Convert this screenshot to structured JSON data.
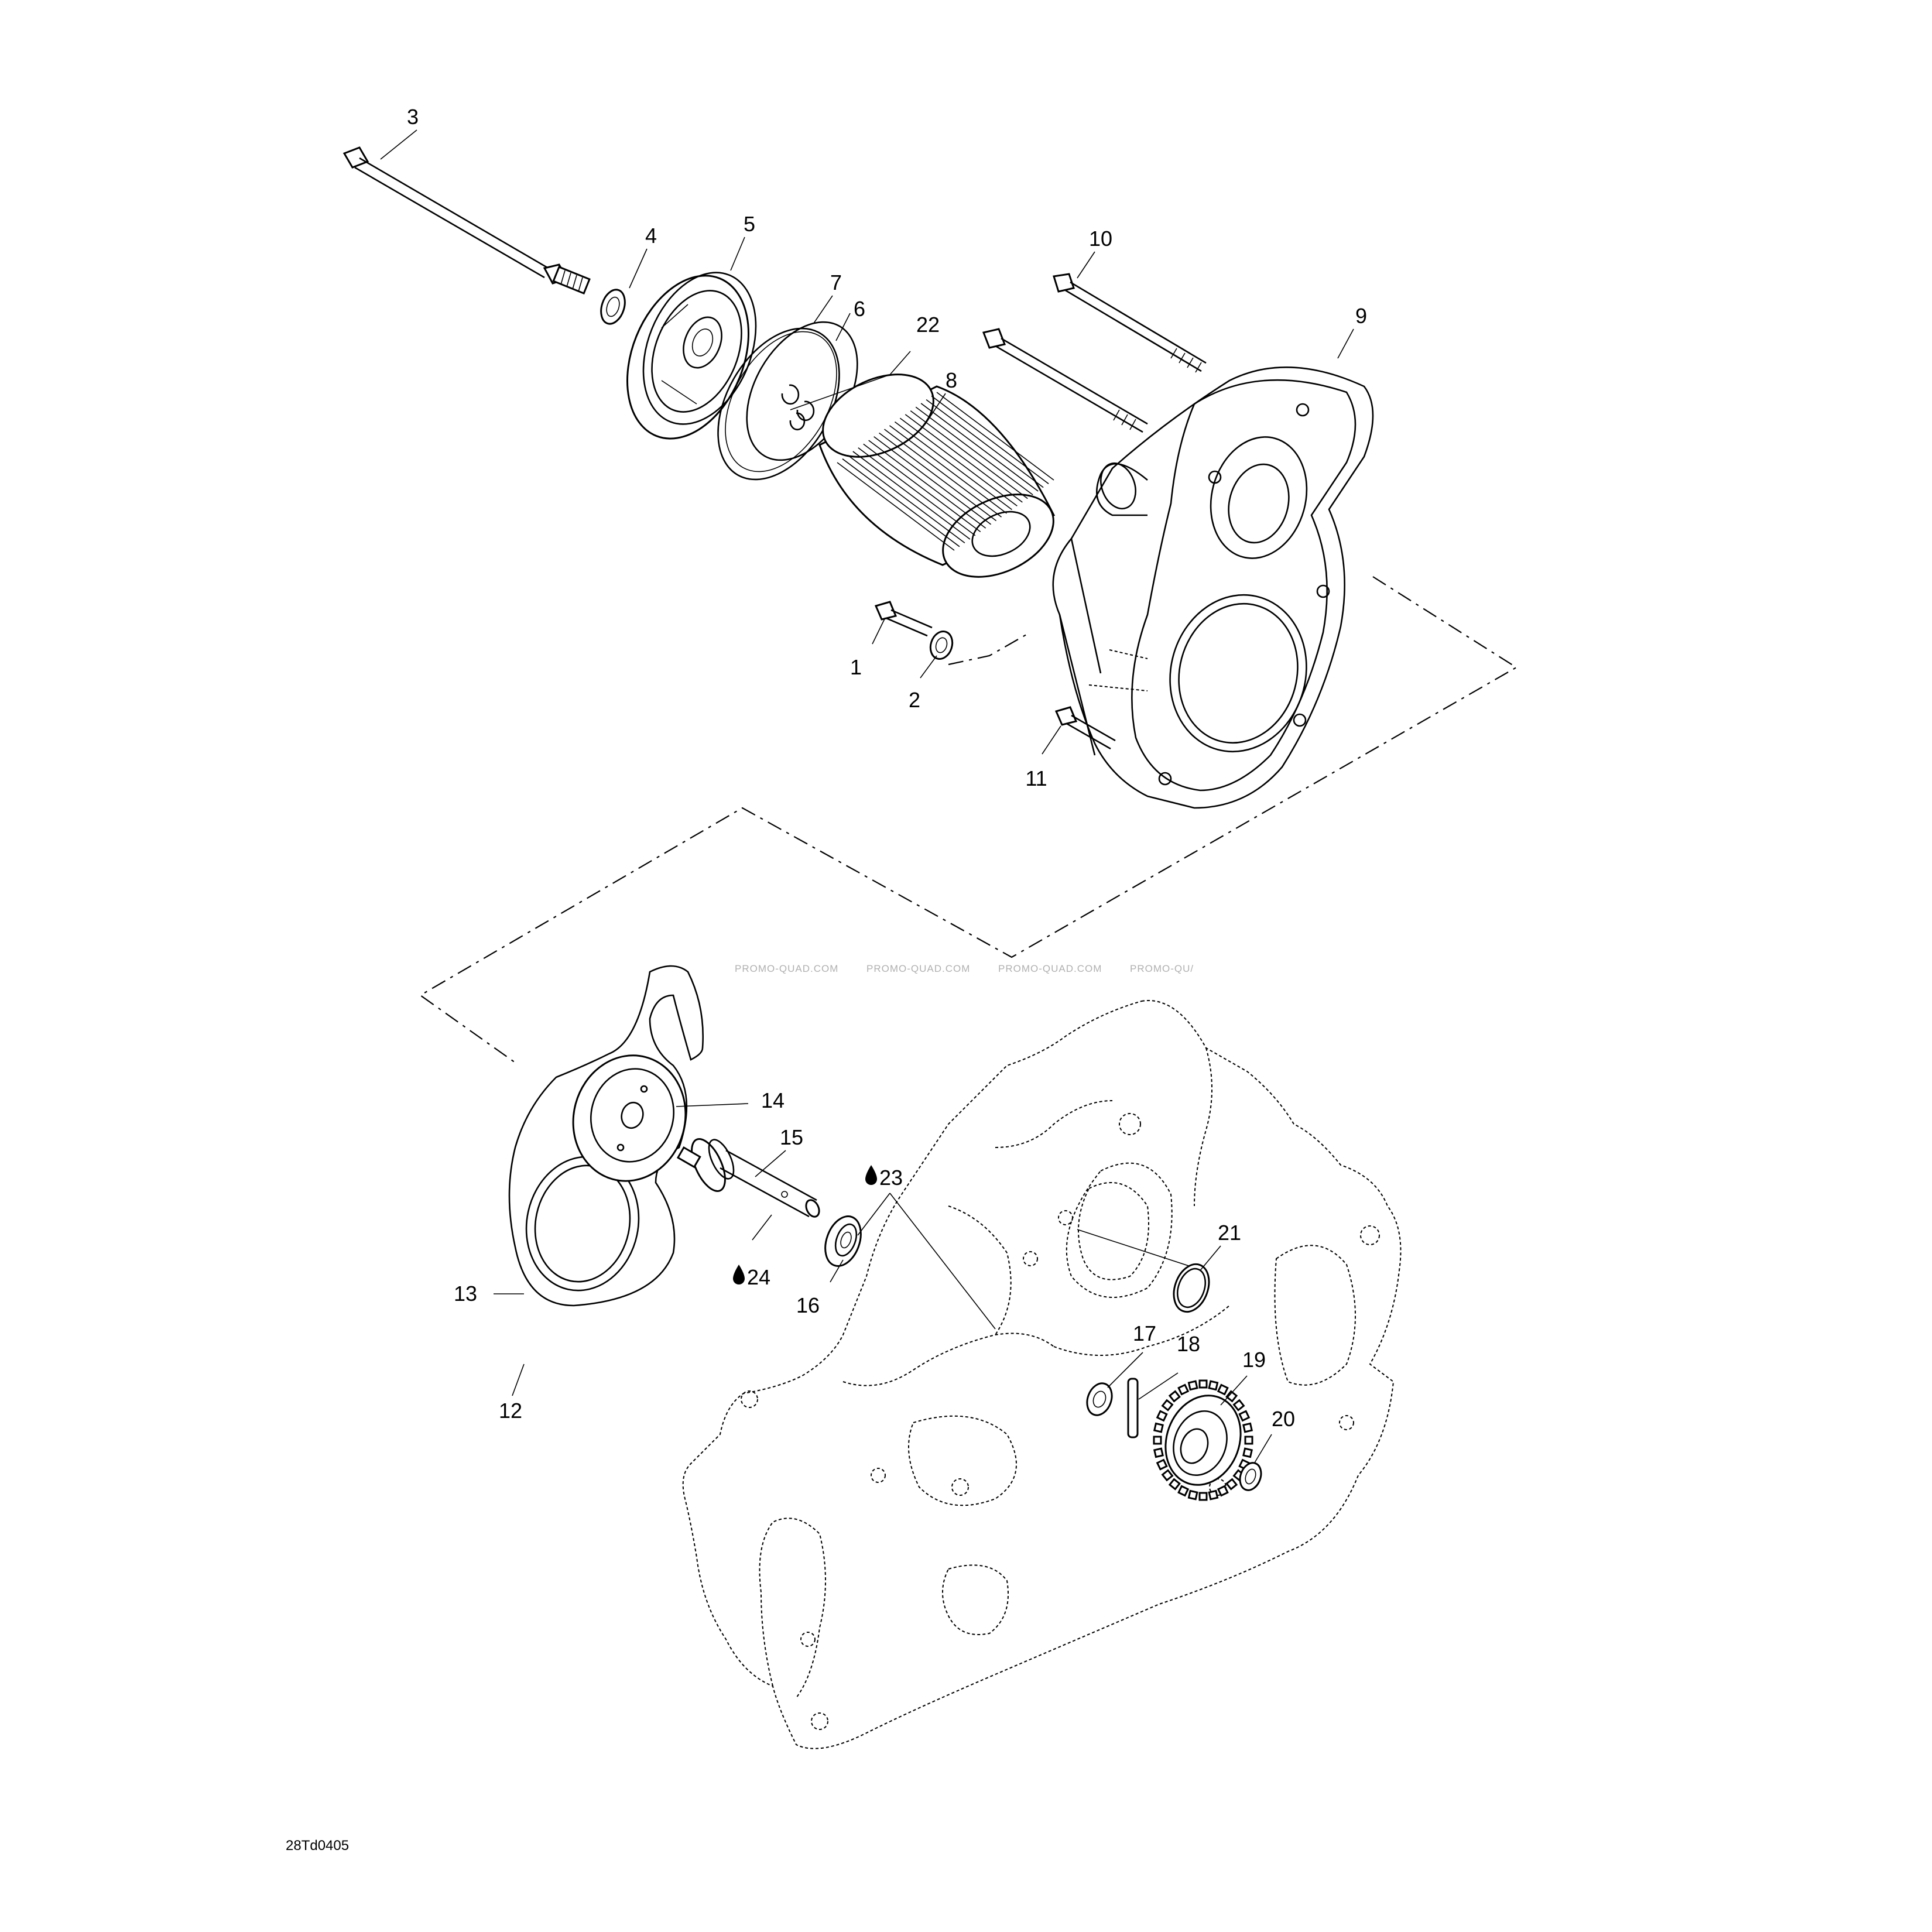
{
  "diagram": {
    "drawing_code": "28Td0405",
    "watermarks": [
      "PROMO-QUAD.COM",
      "PROMO-QUAD.COM",
      "PROMO-QUAD.COM",
      "PROMO-QU/"
    ],
    "callouts": {
      "c1": "1",
      "c2": "2",
      "c3": "3",
      "c4": "4",
      "c5": "5",
      "c6": "6",
      "c7": "7",
      "c8": "8",
      "c9": "9",
      "c10": "10",
      "c11": "11",
      "c12": "12",
      "c13": "13",
      "c14": "14",
      "c15": "15",
      "c16": "16",
      "c17": "17",
      "c18": "18",
      "c19": "19",
      "c20": "20",
      "c21": "21",
      "c22": "22",
      "c23": "23",
      "c24": "24"
    },
    "lubricant_icon": "oil-drop-icon"
  }
}
